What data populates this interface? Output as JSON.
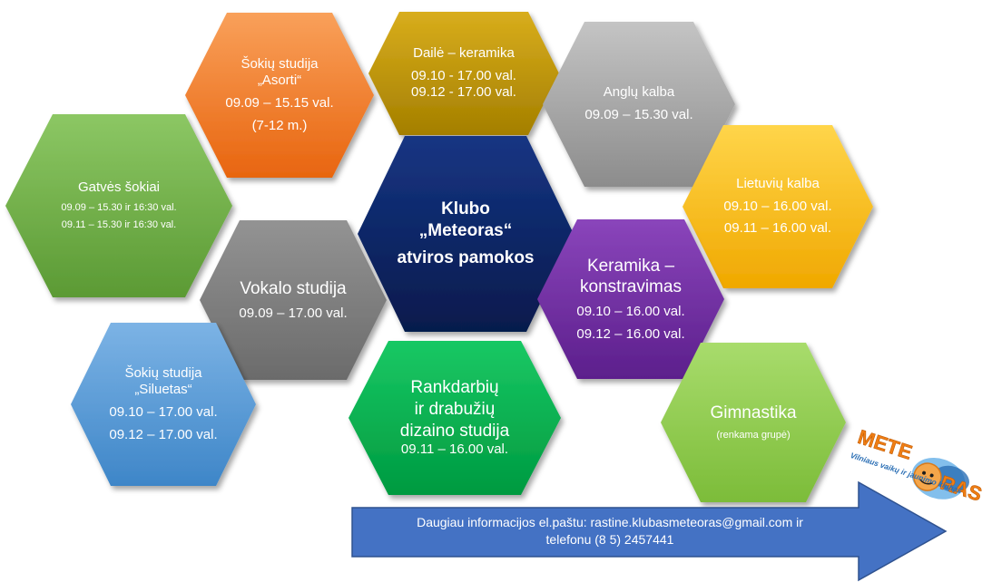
{
  "center": {
    "line1": "Klubo",
    "line2": "„Meteoras“",
    "line3": "atviros pamokos",
    "color": "#0d2764"
  },
  "hexagons": {
    "sokiu_asorti": {
      "line1": "Šokių studija",
      "line2": "„Asorti“",
      "line3": "09.09 – 15.15 val.",
      "line4": "(7-12 m.)",
      "color": "#f47c28"
    },
    "daile": {
      "line1": "Dailė – keramika",
      "line2": "09.10 - 17.00 val.",
      "line3": "09.12 - 17.00 val.",
      "color": "#c39a06"
    },
    "anglu": {
      "line1": "Anglų kalba",
      "line2": "09.09 – 15.30 val.",
      "color": "#a6a6a6"
    },
    "lietuviu": {
      "line1": "Lietuvių kalba",
      "line2": "09.10 – 16.00 val.",
      "line3": "09.11 – 16.00 val.",
      "color": "#ffc000"
    },
    "gatves": {
      "line1": "Gatvės šokiai",
      "line2": "09.09 – 15.30 ir 16:30 val.",
      "line3": "09.11 – 15.30 ir 16:30 val.",
      "color": "#70ad47"
    },
    "vokalo": {
      "line1": "Vokalo studija",
      "line2": "09.09 – 17.00 val.",
      "color": "#808080"
    },
    "keramika": {
      "line1": "Keramika –",
      "line2": "konstravimas",
      "line3": "09.10 – 16.00 val.",
      "line4": "09.12 – 16.00 val.",
      "color": "#7030a0"
    },
    "sokiu_siluetas": {
      "line1": "Šokių studija",
      "line2": "„Siluetas“",
      "line3": "09.10 – 17.00 val.",
      "line4": "09.12 – 17.00 val.",
      "color": "#5b9bd5"
    },
    "rankdarbiu": {
      "line1": "Rankdarbių",
      "line2": "ir drabužių",
      "line3": "dizaino studija",
      "line4": "09.11 – 16.00 val.",
      "color": "#00b050"
    },
    "gimnastika": {
      "line1": "Gimnastika",
      "line2": "(renkama grupė)",
      "color": "#92d050"
    }
  },
  "footer": {
    "line1": "Daugiau informacijos el.paštu: rastine.klubasmeteoras@gmail.com ir",
    "line2": "telefonu (8 5) 2457441",
    "color": "#4472c4"
  },
  "logo": {
    "title": "METEORAS",
    "subtitle": "Vilniaus vaikų ir jaunimo klubas"
  }
}
